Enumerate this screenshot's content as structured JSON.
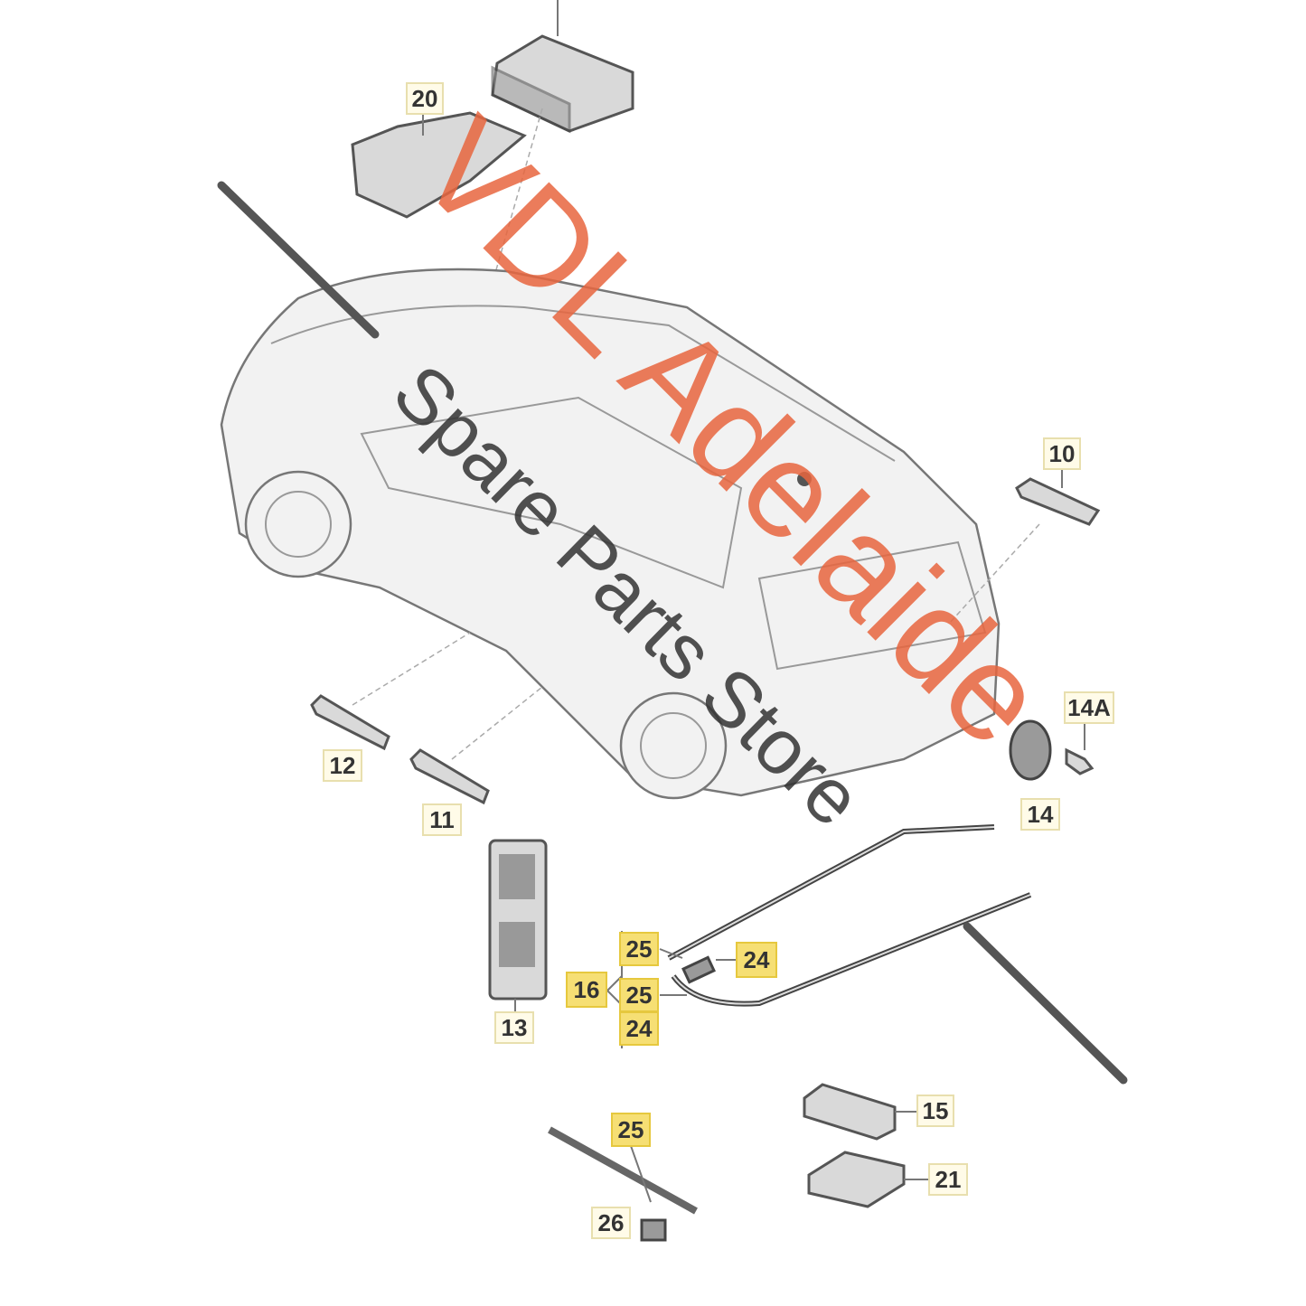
{
  "diagram": {
    "callouts": [
      {
        "id": "20",
        "highlighted": false
      },
      {
        "id": "10",
        "highlighted": false
      },
      {
        "id": "12",
        "highlighted": false
      },
      {
        "id": "11",
        "highlighted": false
      },
      {
        "id": "14A",
        "highlighted": false
      },
      {
        "id": "14",
        "highlighted": false
      },
      {
        "id": "13",
        "highlighted": false
      },
      {
        "id": "25",
        "highlighted": true
      },
      {
        "id": "24",
        "highlighted": true
      },
      {
        "id": "16",
        "highlighted": true
      },
      {
        "id": "25",
        "highlighted": true
      },
      {
        "id": "24",
        "highlighted": true
      },
      {
        "id": "15",
        "highlighted": false
      },
      {
        "id": "25",
        "highlighted": true
      },
      {
        "id": "21",
        "highlighted": false
      },
      {
        "id": "26",
        "highlighted": false
      }
    ],
    "colors": {
      "highlight": "#f6df74",
      "watermark_primary": "#e8663f",
      "watermark_secondary": "#333333"
    }
  },
  "watermark": {
    "line1": "VDL Adelaide",
    "line2": "Spare Parts Store"
  }
}
